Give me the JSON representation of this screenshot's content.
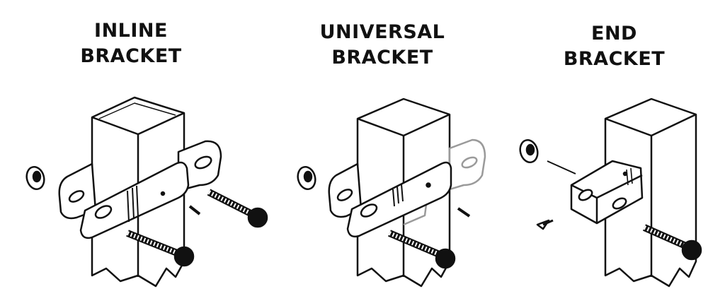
{
  "panels": [
    {
      "id": "inline",
      "title_line1": "INLINE",
      "title_line2": "BRACKET"
    },
    {
      "id": "universal",
      "title_line1": "UNIVERSAL",
      "title_line2": "BRACKET"
    },
    {
      "id": "end",
      "title_line1": "END",
      "title_line2": "BRACKET"
    }
  ],
  "colors": {
    "ink": "#111111",
    "ghost": "#9a9a9a",
    "fill": "#ffffff",
    "shade": "#e6e6e6"
  }
}
